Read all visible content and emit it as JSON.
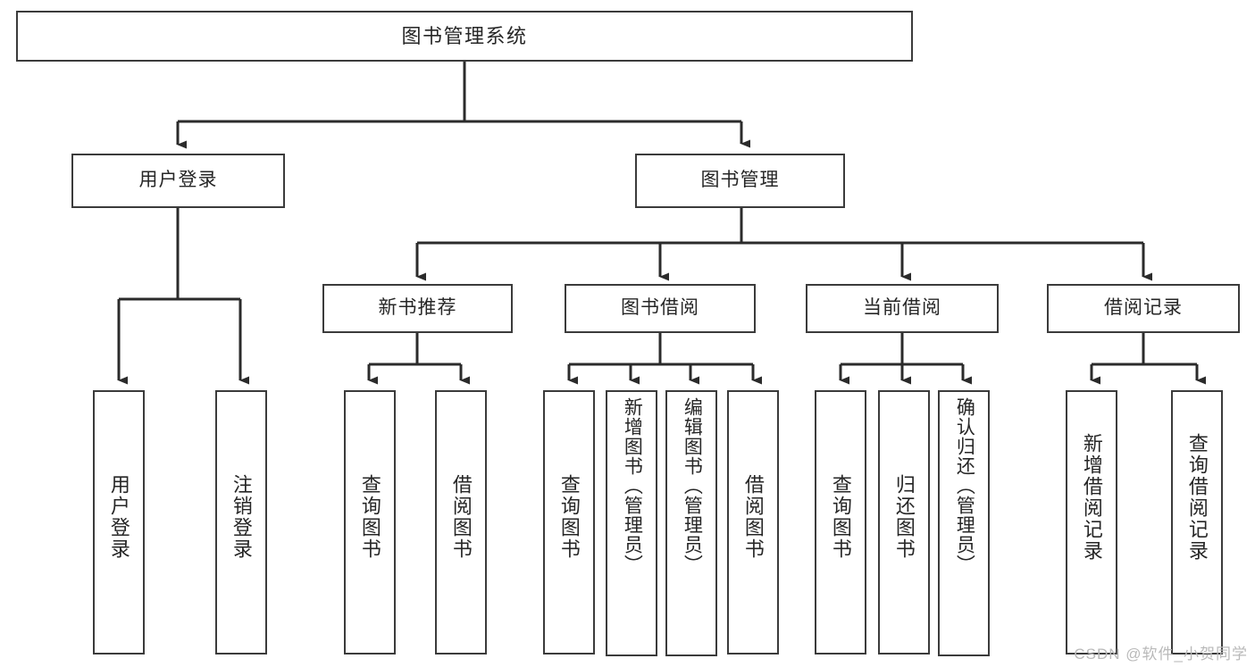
{
  "diagram": {
    "title": "图书管理系统",
    "type": "tree-hierarchy-chart",
    "colors": {
      "border": "#3b3b3b",
      "fill": "#ffffff",
      "text": "#262626",
      "connector": "#2b2b2b",
      "watermark": "#b9b9b9"
    },
    "root": {
      "label": "图书管理系统"
    },
    "level1": [
      {
        "label": "用户登录"
      },
      {
        "label": "图书管理"
      }
    ],
    "level2": [
      {
        "label": "新书推荐"
      },
      {
        "label": "图书借阅"
      },
      {
        "label": "当前借阅"
      },
      {
        "label": "借阅记录"
      }
    ],
    "leaves": {
      "user_login": [
        {
          "label": "用户登录"
        },
        {
          "label": "注销登录"
        }
      ],
      "new_book_recommend": [
        {
          "label": "查询图书"
        },
        {
          "label": "借阅图书"
        }
      ],
      "book_borrow": [
        {
          "label": "查询图书"
        },
        {
          "label": "新增图书（管理员）"
        },
        {
          "label": "编辑图书（管理员）"
        },
        {
          "label": "借阅图书"
        }
      ],
      "current_borrow": [
        {
          "label": "查询图书"
        },
        {
          "label": "归还图书"
        },
        {
          "label": "确认归还（管理员）"
        }
      ],
      "borrow_record": [
        {
          "label": "新增借阅记录"
        },
        {
          "label": "查询借阅记录"
        }
      ]
    }
  },
  "watermark": {
    "text": "CSDN @软件_小贺同学"
  }
}
